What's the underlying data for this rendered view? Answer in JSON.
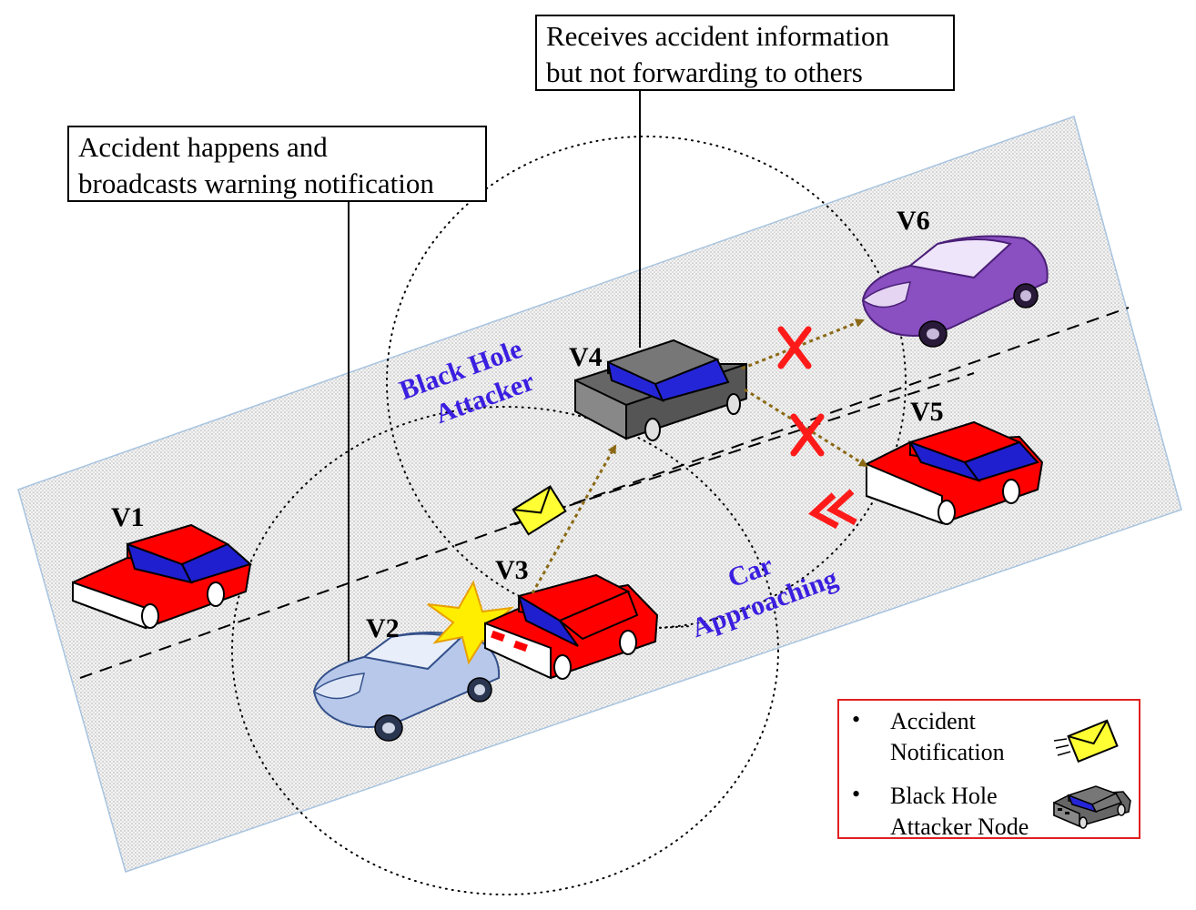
{
  "callouts": {
    "v4_line1": "Receives accident information",
    "v4_line2": "but not forwarding to others",
    "v2_line1": "Accident happens and",
    "v2_line2": "broadcasts warning notification"
  },
  "vehicles": {
    "v1": "V1",
    "v2": "V2",
    "v3": "V3",
    "v4": "V4",
    "v5": "V5",
    "v6": "V6"
  },
  "labels": {
    "attacker_line1": "Black Hole",
    "attacker_line2": "Attacker",
    "approach_line1": "Car",
    "approach_line2": "Approaching"
  },
  "legend": {
    "item1_line1": "Accident",
    "item1_line2": "Notification",
    "item2_line1": "Black Hole",
    "item2_line2": "Attacker Node",
    "envelope_icon": "envelope-icon",
    "attacker_icon": "attacker-car-icon"
  },
  "colors": {
    "label_blue": "#3b1fe0",
    "car_red": "#ff0000",
    "car_blue_window": "#1f1fd0",
    "attacker_gray": "#666666",
    "arrow_brown": "#8b6914",
    "cross_red": "#ff1a1a",
    "legend_border": "#e02020"
  }
}
